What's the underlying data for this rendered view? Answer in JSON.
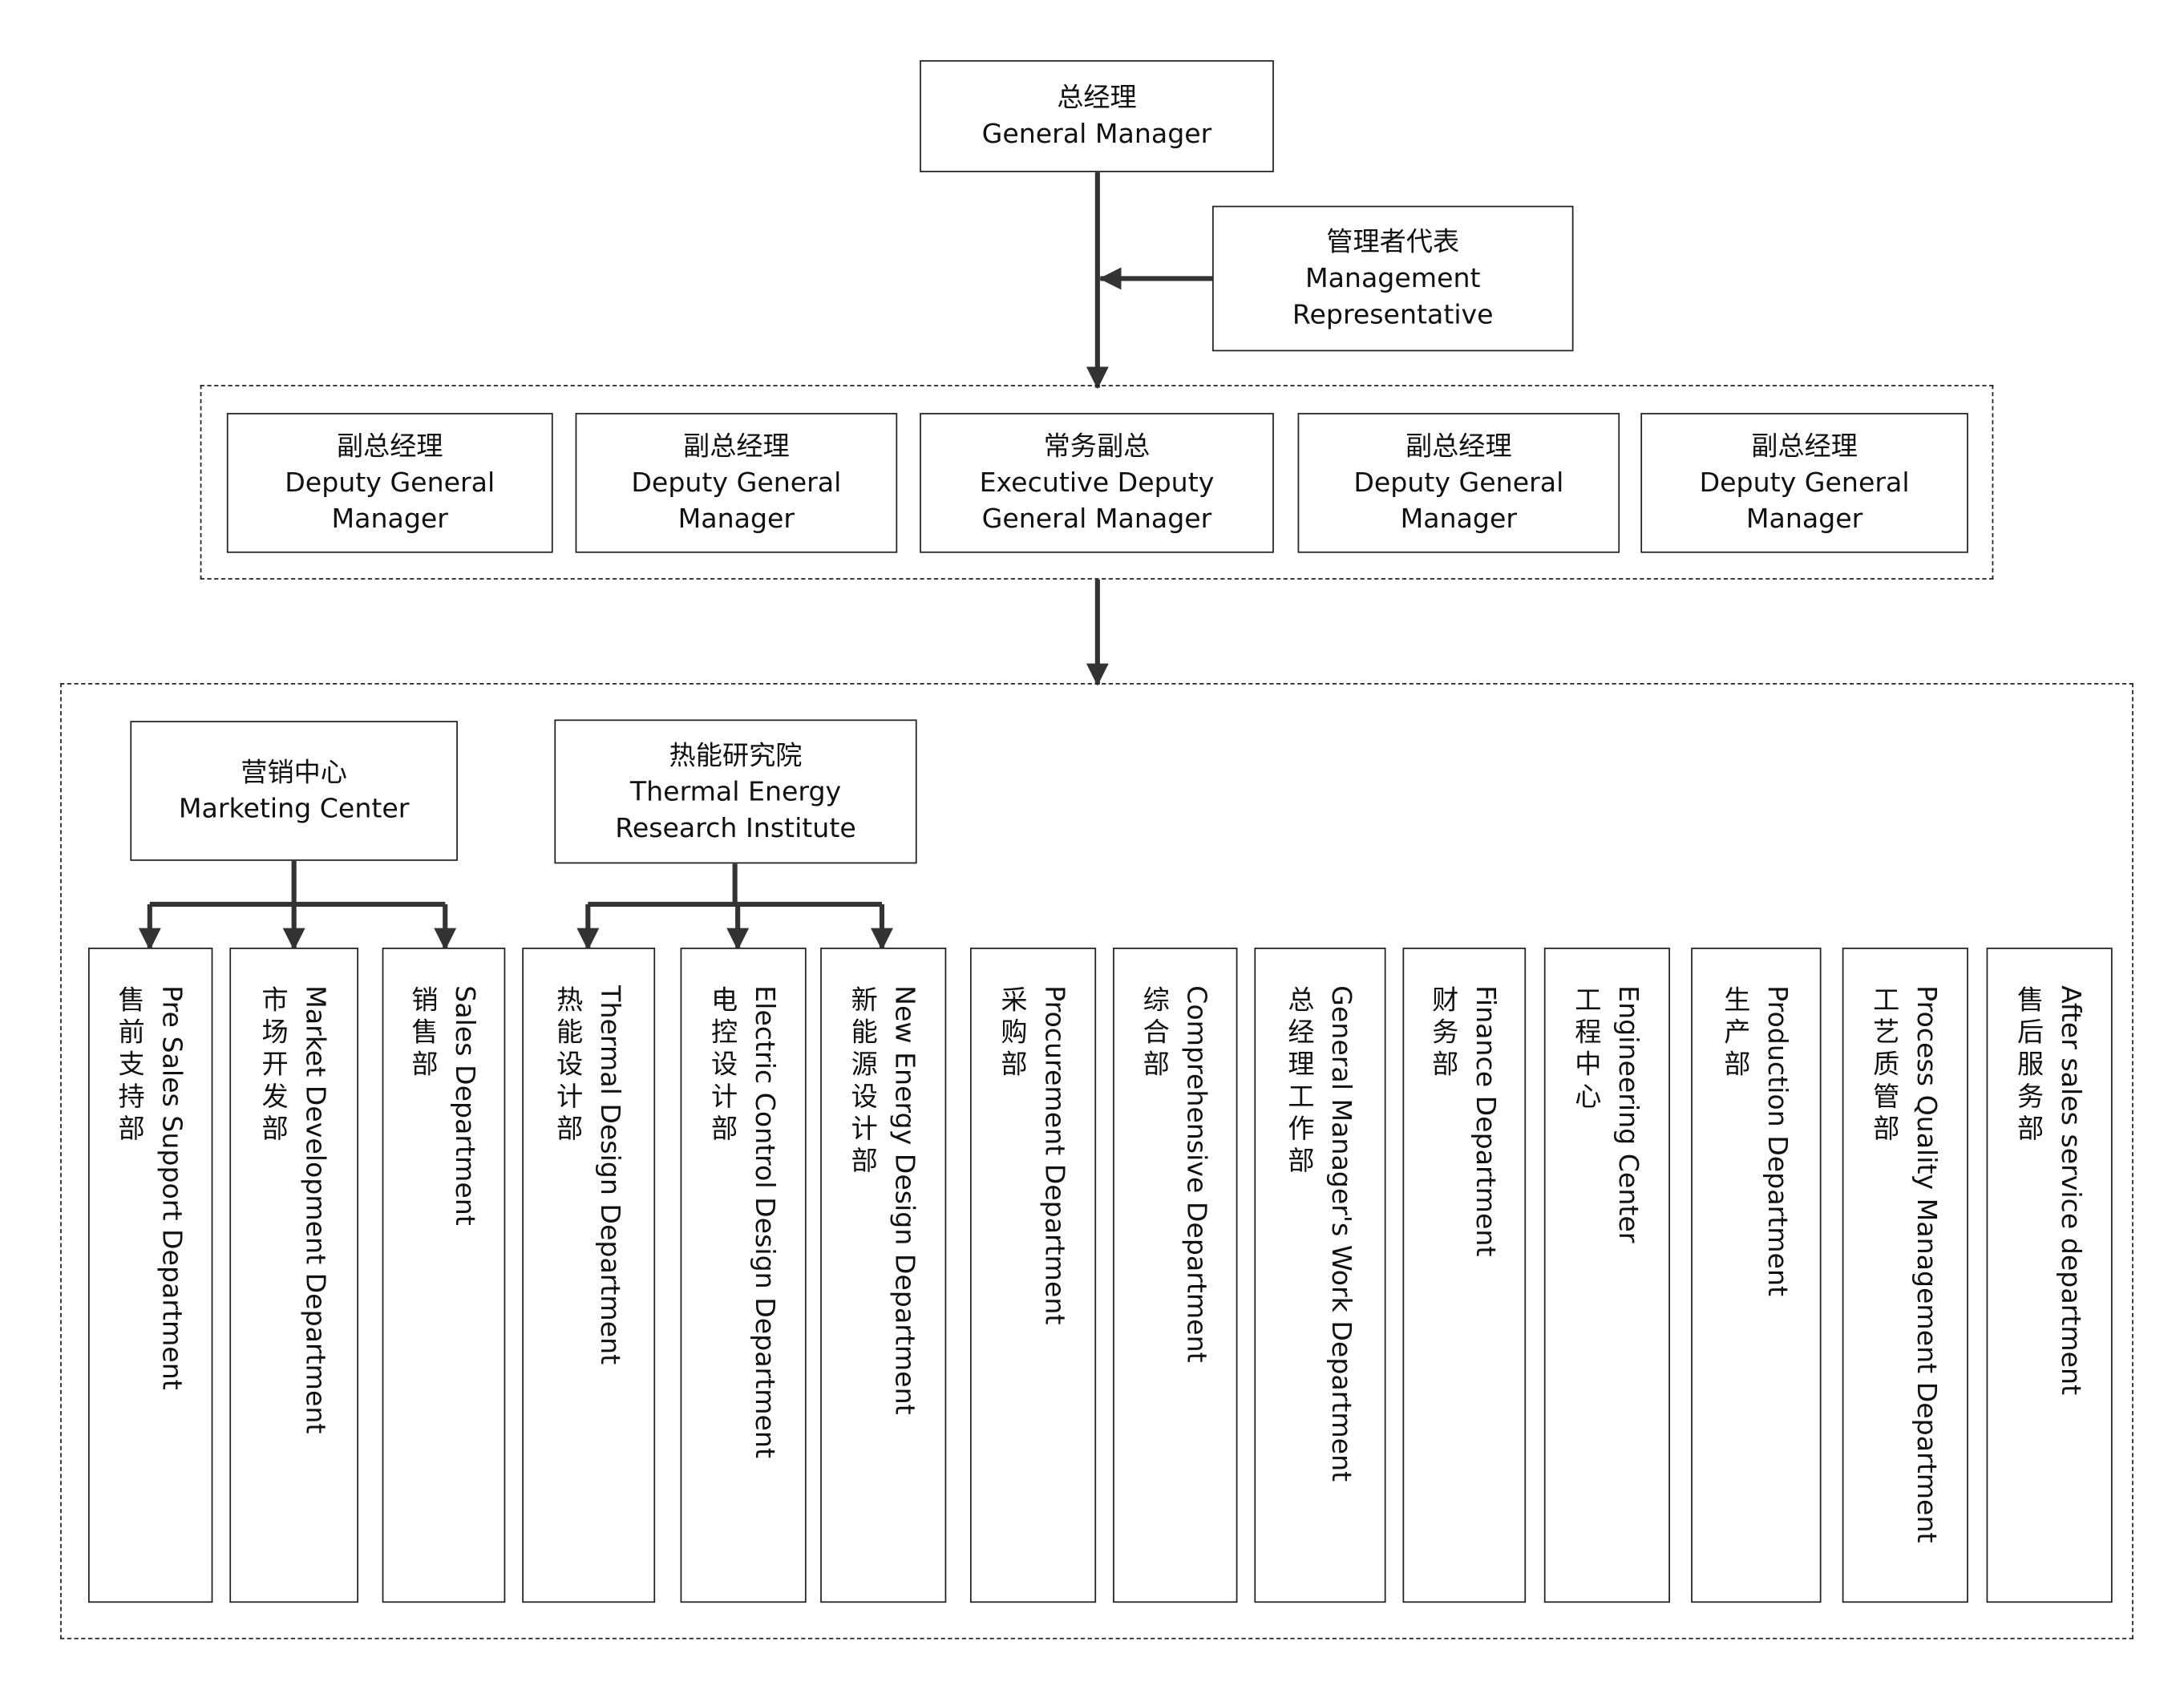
{
  "top": {
    "cn": "总经理",
    "en": "General Manager"
  },
  "management_rep": {
    "cn": "管理者代表",
    "en1": "Management",
    "en2": "Representative"
  },
  "deputies": [
    {
      "cn": "副总经理",
      "en1": "Deputy General",
      "en2": "Manager"
    },
    {
      "cn": "副总经理",
      "en1": "Deputy General",
      "en2": "Manager"
    },
    {
      "cn": "常务副总",
      "en1": "Executive Deputy",
      "en2": "General Manager"
    },
    {
      "cn": "副总经理",
      "en1": "Deputy General",
      "en2": "Manager"
    },
    {
      "cn": "副总经理",
      "en1": "Deputy General",
      "en2": "Manager"
    }
  ],
  "centers": [
    {
      "cn": "营销中心",
      "en1": "Marketing Center",
      "en2": ""
    },
    {
      "cn": "热能研究院",
      "en1": "Thermal Energy",
      "en2": "Research Institute"
    }
  ],
  "departments": [
    {
      "cn": "售前支持部",
      "en": "Pre Sales Support Department"
    },
    {
      "cn": "市场开发部",
      "en": "Market Development Department"
    },
    {
      "cn": "销售部",
      "en": "Sales Department"
    },
    {
      "cn": "热能设计部",
      "en": "Thermal Design Department"
    },
    {
      "cn": "电控设计部",
      "en": "Electric Control Design Department"
    },
    {
      "cn": "新能源设计部",
      "en": "New Energy Design Department"
    },
    {
      "cn": "采购部",
      "en": "Procurement Department"
    },
    {
      "cn": "综合部",
      "en": "Comprehensive Department"
    },
    {
      "cn": "总经理工作部",
      "en": "General Manager's Work Department"
    },
    {
      "cn": "财务部",
      "en": "Finance Department"
    },
    {
      "cn": "工程中心",
      "en": "Engineering Center"
    },
    {
      "cn": "生产部",
      "en": "Production Department"
    },
    {
      "cn": "工艺质管部",
      "en": "Process Quality Management Department"
    },
    {
      "cn": "售后服务部",
      "en": "After sales service department"
    }
  ],
  "colors": {
    "line": "#333333",
    "border": "#222222"
  }
}
